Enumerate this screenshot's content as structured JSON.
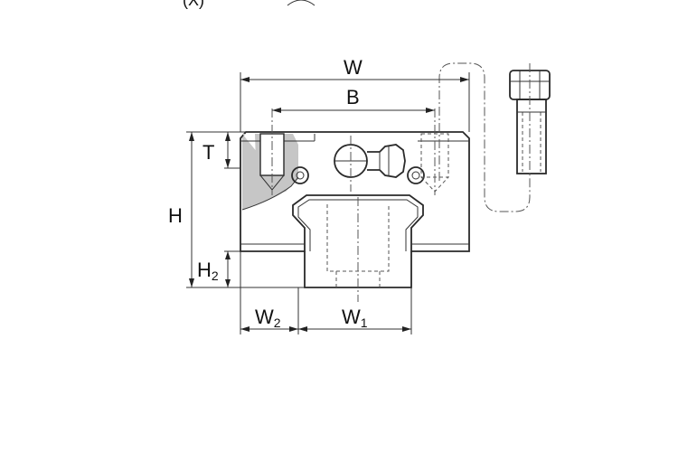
{
  "labels": {
    "width": "W",
    "hole_spacing": "B",
    "top_thickness": "T",
    "height": "H",
    "h2_base": "H",
    "h2_sub": "2",
    "w2_base": "W",
    "w2_sub": "2",
    "w1_base": "W",
    "w1_sub": "1",
    "top_cut_text": "(X)"
  }
}
